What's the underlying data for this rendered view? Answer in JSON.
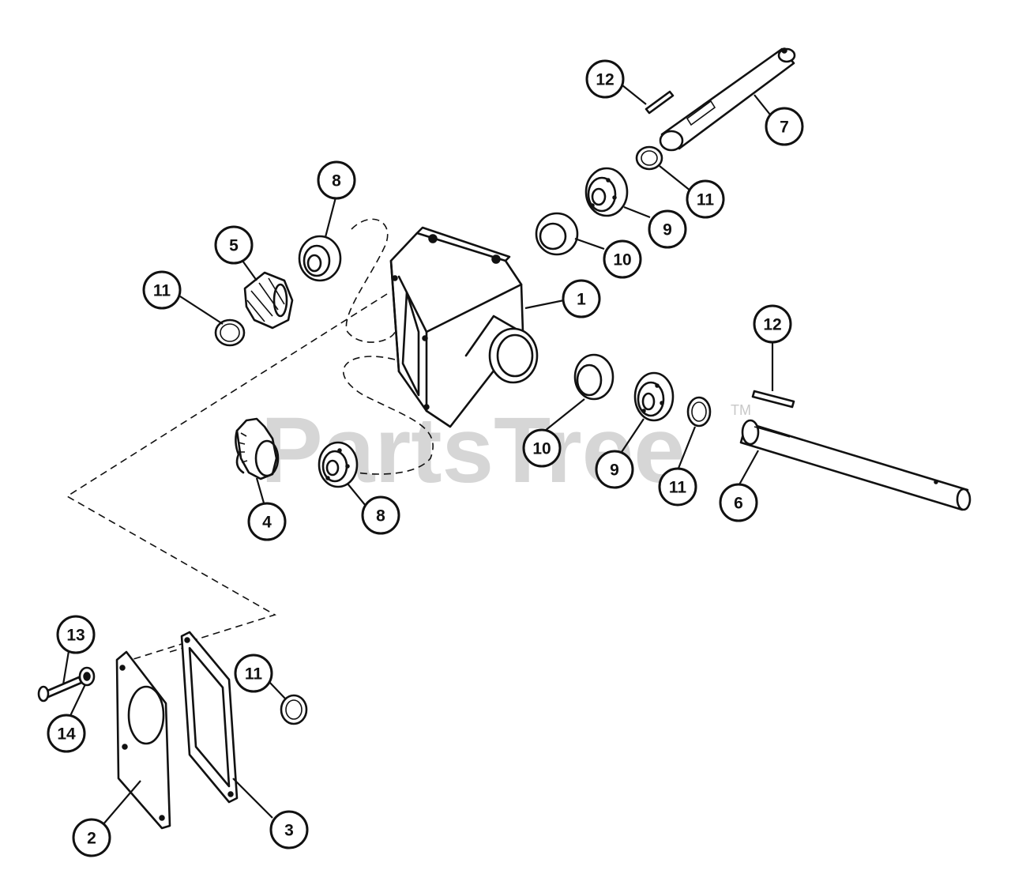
{
  "watermark": {
    "text": "PartsTree",
    "tm": "TM"
  },
  "callouts": [
    {
      "id": "c1",
      "label": "1"
    },
    {
      "id": "c2",
      "label": "2"
    },
    {
      "id": "c3",
      "label": "3"
    },
    {
      "id": "c4",
      "label": "4"
    },
    {
      "id": "c5",
      "label": "5"
    },
    {
      "id": "c6",
      "label": "6"
    },
    {
      "id": "c7",
      "label": "7"
    },
    {
      "id": "c8a",
      "label": "8"
    },
    {
      "id": "c8b",
      "label": "8"
    },
    {
      "id": "c9a",
      "label": "9"
    },
    {
      "id": "c9b",
      "label": "9"
    },
    {
      "id": "c10a",
      "label": "10"
    },
    {
      "id": "c10b",
      "label": "10"
    },
    {
      "id": "c11a",
      "label": "11"
    },
    {
      "id": "c11b",
      "label": "11"
    },
    {
      "id": "c11c",
      "label": "11"
    },
    {
      "id": "c11d",
      "label": "11"
    },
    {
      "id": "c12a",
      "label": "12"
    },
    {
      "id": "c12b",
      "label": "12"
    },
    {
      "id": "c13",
      "label": "13"
    },
    {
      "id": "c14",
      "label": "14"
    }
  ],
  "colors": {
    "ink": "#111111",
    "watermark": "#cfcfcf"
  }
}
